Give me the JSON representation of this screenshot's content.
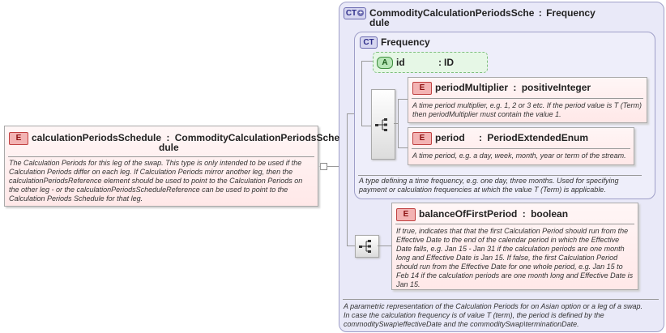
{
  "root": {
    "badge": "E",
    "name": "calculationPeriodsSchedule",
    "colon": ":",
    "type_line1": "CommodityCalculationPeriodsSche",
    "type_line2": "dule",
    "desc": [
      "The Calculation Periods for this leg of the swap. This type is only intended to be used if the",
      "Calculation Periods differ on each leg. If Calculation Periods mirror another leg, then the",
      "calculationPeriodsReference element should be used to point to the Calculation Periods on",
      "the other leg - or the calculationPeriodsScheduleReference can be used to point to the",
      "Calculation Periods Schedule for that leg."
    ]
  },
  "outer_type": {
    "badge": "CT",
    "name_line1": "CommodityCalculationPeriodsSche",
    "colon": ":",
    "base": "Frequency",
    "name_line2": "dule",
    "desc": [
      "A parametric representation of the Calculation Periods for on Asian option or a leg of a swap.",
      "In case the calculation frequency is of value T (term), the period is defined by the",
      "commoditySwap\\effectiveDate and the commoditySwap\\terminationDate."
    ]
  },
  "frequency": {
    "badge": "CT",
    "name": "Frequency",
    "attribute": {
      "badge": "A",
      "name": "id",
      "colon": ":",
      "type": "ID"
    },
    "desc": [
      "A type defining a time frequency, e.g. one day, three months. Used for specifying",
      "payment or calculation frequencies at which the value T (Term) is applicable."
    ]
  },
  "period_multiplier": {
    "badge": "E",
    "name": "periodMultiplier",
    "colon": ":",
    "type": "positiveInteger",
    "desc": [
      "A time period multiplier, e.g. 1, 2 or 3 etc. If the period value is T (Term)",
      "then periodMultiplier must contain the value 1."
    ]
  },
  "period": {
    "badge": "E",
    "name": "period",
    "colon": ":",
    "type": "PeriodExtendedEnum",
    "desc": [
      "A time period, e.g. a day, week, month, year or term of the stream."
    ]
  },
  "balance": {
    "badge": "E",
    "name": "balanceOfFirstPeriod",
    "colon": ":",
    "type": "boolean",
    "desc": [
      "If true, indicates that that the first Calculation Period should run from the",
      "Effective Date to the end of the calendar period in which the Effective",
      "Date falls, e.g. Jan 15 - Jan 31 if the calculation periods are one month",
      "long and Effective Date is Jan 15. If false, the first Calculation Period",
      "should run from the Effective Date for one whole period, e.g. Jan 15 to",
      "Feb 14 if the calculation periods are one month long and Effective Date is",
      "Jan 15."
    ]
  },
  "icons": {
    "sequence": "sequence-compositor-icon",
    "extension": "extension-plus-icon"
  }
}
